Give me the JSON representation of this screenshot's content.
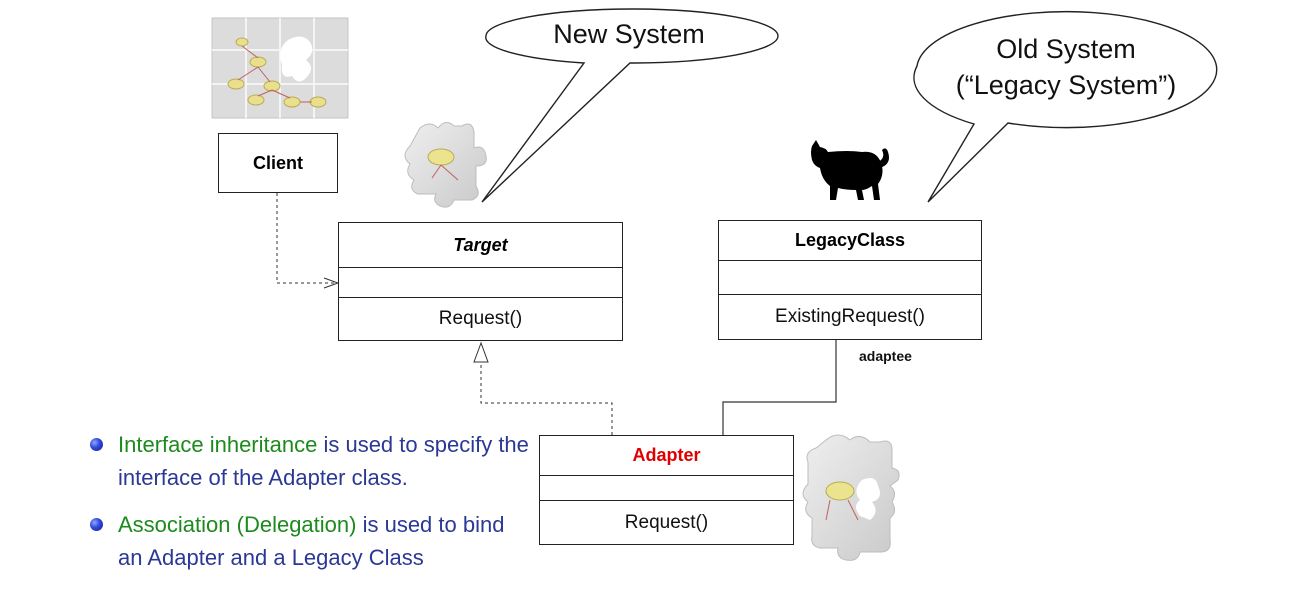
{
  "bubbles": {
    "new_system": "New System",
    "old_system_line1": "Old System",
    "old_system_line2": "(“Legacy System”)"
  },
  "classes": {
    "client": {
      "name": "Client"
    },
    "target": {
      "name": "Target",
      "method": "Request()"
    },
    "legacy": {
      "name": "LegacyClass",
      "method": "ExistingRequest()"
    },
    "adapter": {
      "name": "Adapter",
      "method": "Request()"
    }
  },
  "association_label": "adaptee",
  "bullets": [
    {
      "highlight": "Interface inheritance",
      "rest": " is used to specify the interface of the Adapter class."
    },
    {
      "highlight": "Association (Delegation)",
      "rest": " is used to bind an Adapter and a Legacy Class"
    }
  ],
  "colors": {
    "highlight": "#1d8a1d",
    "body_text": "#2b3896",
    "adapter_name": "#e00000",
    "bullet": "#2f45d8"
  },
  "icons": [
    "puzzle-image-icon",
    "puzzle-piece-icon",
    "cat-silhouette-icon"
  ]
}
